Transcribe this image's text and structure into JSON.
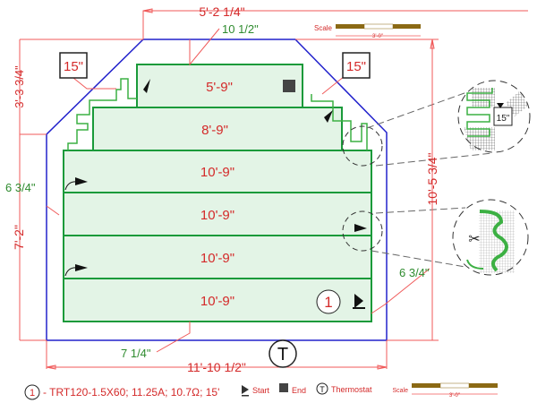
{
  "dimensions": {
    "top_width": "5'-2 1/4\"",
    "top_offset": "10 1/2\"",
    "left_upper": "3'-3 3/4\"",
    "left_lower": "7'-2\"",
    "right_height": "10'-5 3/4\"",
    "bottom_width": "11'-10 1/2\"",
    "left_offset": "6 3/4\"",
    "right_offset": "6 3/4\"",
    "bottom_offset": "7 1/4\""
  },
  "callouts": {
    "left": "15\"",
    "right": "15\"",
    "detail": "15\""
  },
  "zones": [
    {
      "label": "5'-9\""
    },
    {
      "label": "8'-9\""
    },
    {
      "label": "10'-9\""
    },
    {
      "label": "10'-9\""
    },
    {
      "label": "10'-9\""
    },
    {
      "label": "10'-9\""
    }
  ],
  "cable_number": "1",
  "thermostat_symbol": "T",
  "scale": {
    "label": "Scale",
    "length": "3'-0\""
  },
  "legend": {
    "cable_number": "1",
    "cable_spec": "- TRT120-1.5X60; 11.25A; 10.7Ω; 15'",
    "start": "Start",
    "end": "End",
    "thermostat_symbol": "T",
    "thermostat": "Thermostat"
  },
  "colors": {
    "outline": "#2222cc",
    "zone_fill": "#e3f4e6",
    "zone_stroke": "#1a9a3a",
    "dimension": "#f05a5a",
    "scale_bar": "#8b6914"
  }
}
